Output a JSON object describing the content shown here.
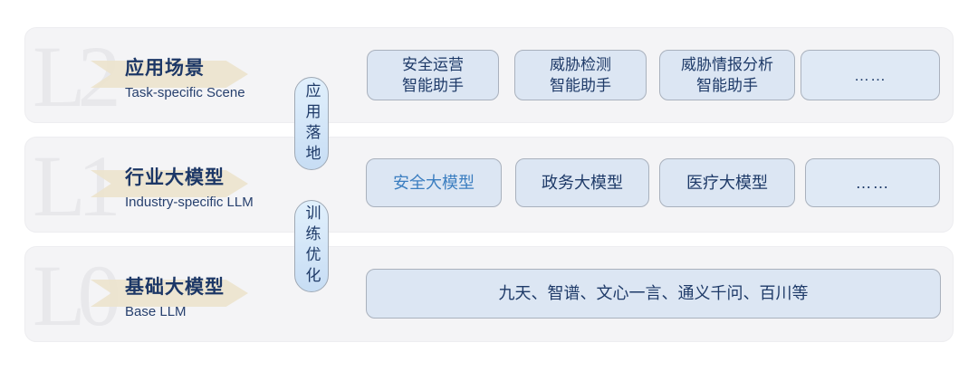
{
  "diagram": {
    "colors": {
      "accent_blue": "#3b7ec0",
      "navy_text": "#1e3a68",
      "chip_fill": "#dce6f3",
      "pill_fill": "#cfe3f7",
      "band_fill": "#f4f4f6",
      "beige_arrow": "#ece3cd"
    },
    "connectors": [
      {
        "id": "app-deployment",
        "label": "应用落地"
      },
      {
        "id": "training-optimization",
        "label": "训练优化"
      }
    ],
    "layers": [
      {
        "code": "L2",
        "title": "应用场景",
        "subtitle": "Task-specific Scene",
        "boxes": [
          {
            "label": "安全运营\n智能助手"
          },
          {
            "label": "威胁检测\n智能助手"
          },
          {
            "label": "威胁情报分析\n智能助手"
          },
          {
            "label": "……"
          }
        ]
      },
      {
        "code": "L1",
        "title": "行业大模型",
        "subtitle": "Industry-specific LLM",
        "boxes": [
          {
            "label": "安全大模型"
          },
          {
            "label": "政务大模型"
          },
          {
            "label": "医疗大模型"
          },
          {
            "label": "……"
          }
        ]
      },
      {
        "code": "L0",
        "title": "基础大模型",
        "subtitle": "Base LLM",
        "boxes": [
          {
            "label": "九天、智谱、文心一言、通义千问、百川等"
          }
        ]
      }
    ]
  }
}
